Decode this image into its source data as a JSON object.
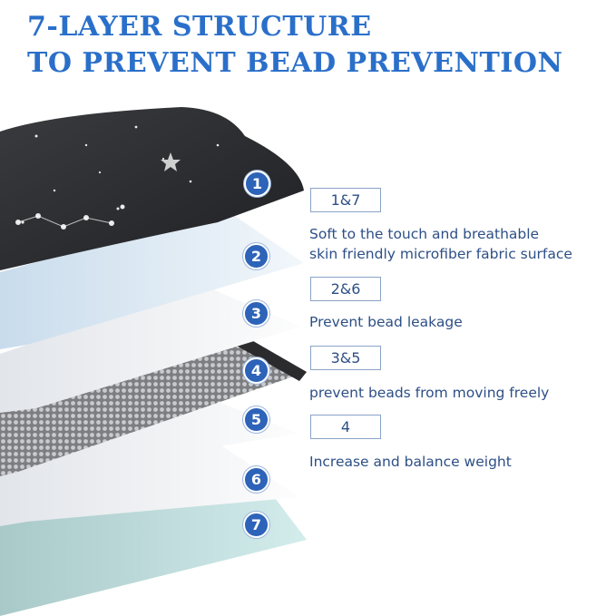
{
  "title": {
    "line1": "7-LAYER STRUCTURE",
    "line2": "TO PREVENT BEAD PREVENTION"
  },
  "badges": [
    "1",
    "2",
    "3",
    "4",
    "5",
    "6",
    "7"
  ],
  "labels": [
    {
      "tag": "1&7",
      "description": [
        "Soft to the touch and breathable",
        "skin friendly microfiber fabric surface"
      ]
    },
    {
      "tag": "2&6",
      "description": [
        "Prevent bead leakage"
      ]
    },
    {
      "tag": "3&5",
      "description": [
        "prevent beads from moving freely"
      ]
    },
    {
      "tag": "4",
      "description": [
        "Increase and balance weight"
      ]
    }
  ],
  "colors": {
    "title": "#2a6fc9",
    "badge": "#2d63b8",
    "text": "#2d4f86"
  }
}
